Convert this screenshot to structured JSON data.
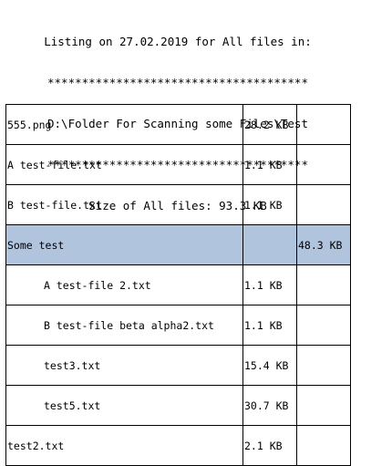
{
  "header": {
    "line1": "Listing on 27.02.2019 for All files in:",
    "stars1": "**************************************",
    "path": "D:\\Folder For Scanning some Files\\Test",
    "stars2": "**************************************",
    "total": "Size of All files: 93.3 KB"
  },
  "colors": {
    "group_row_background": "#b0c4de",
    "border": "#000000"
  },
  "rows": [
    {
      "name": "555.png",
      "size": "28.2 KB",
      "folder_size": "",
      "indent": false,
      "group": false
    },
    {
      "name": "A test-file.txt",
      "size": "1.1 KB",
      "folder_size": "",
      "indent": false,
      "group": false
    },
    {
      "name": "B test-file.txt",
      "size": "1.1 KB",
      "folder_size": "",
      "indent": false,
      "group": false
    },
    {
      "name": "Some test",
      "size": "",
      "folder_size": "48.3 KB",
      "indent": false,
      "group": true
    },
    {
      "name": "A test-file 2.txt",
      "size": "1.1 KB",
      "folder_size": "",
      "indent": true,
      "group": false
    },
    {
      "name": "B test-file beta alpha2.txt",
      "size": "1.1 KB",
      "folder_size": "",
      "indent": true,
      "group": false
    },
    {
      "name": "test3.txt",
      "size": "15.4 KB",
      "folder_size": "",
      "indent": true,
      "group": false
    },
    {
      "name": "test5.txt",
      "size": "30.7 KB",
      "folder_size": "",
      "indent": true,
      "group": false
    },
    {
      "name": "test2.txt",
      "size": "2.1 KB",
      "folder_size": "",
      "indent": false,
      "group": false
    }
  ]
}
